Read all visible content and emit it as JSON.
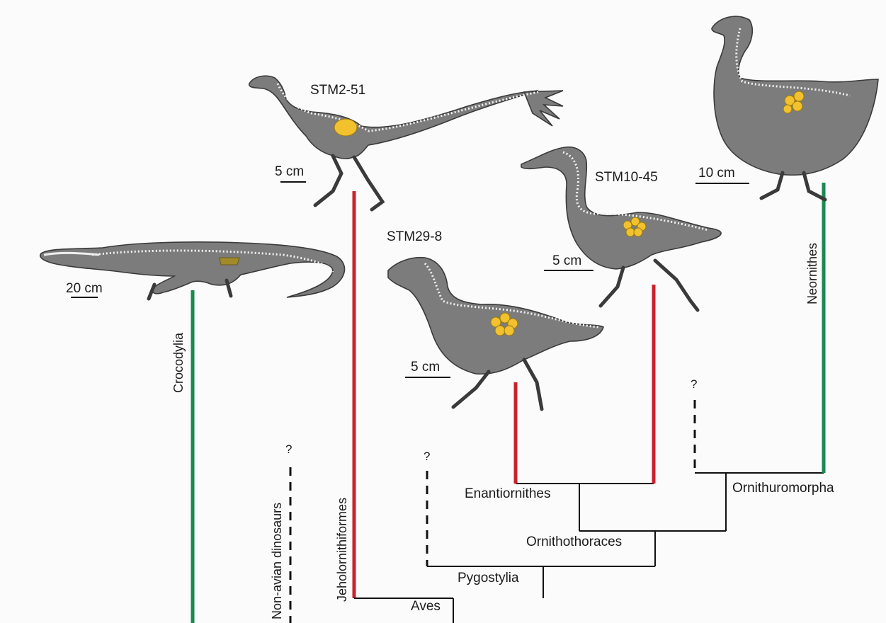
{
  "specimens": {
    "stm2_51": "STM2-51",
    "stm10_45": "STM10-45",
    "stm29_8": "STM29-8"
  },
  "scale_bars": {
    "croc": "20 cm",
    "stm2_51": "5 cm",
    "stm10_45": "5 cm",
    "stm29_8": "5 cm",
    "neornithes": "10 cm"
  },
  "clades": {
    "crocodylia": "Crocodylia",
    "non_avian_dinosaurs": "Non-avian dinosaurs",
    "jeholornithiformes": "Jeholornithiformes",
    "neornithes": "Neornithes",
    "enantiornithes": "Enantiornithes",
    "ornithuromorpha": "Ornithuromorpha",
    "ornithothoraces": "Ornithothoraces",
    "pygostylia": "Pygostylia",
    "aves": "Aves"
  },
  "unknown_marker": "?",
  "colors": {
    "gizzard_stones_present": "#c8232c",
    "modern_lineage": "#1a8a4f",
    "uncertain": "#111111",
    "silhouette": "#7c7c7c",
    "gastroliths": "#f2c12e"
  }
}
